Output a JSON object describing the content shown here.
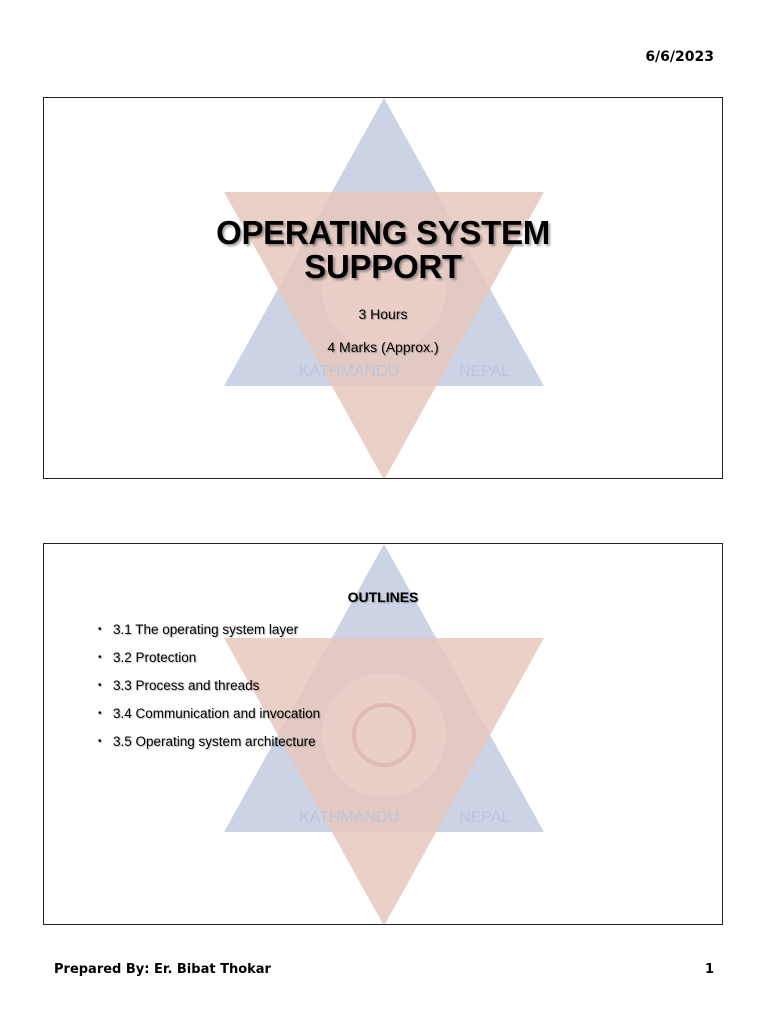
{
  "header": {
    "date": "6/6/2023"
  },
  "slide1": {
    "title_line1": "OPERATING SYSTEM",
    "title_line2": "SUPPORT",
    "hours": "3 Hours",
    "marks": "4 Marks (Approx.)"
  },
  "slide2": {
    "heading": "OUTLINES",
    "items": [
      "3.1 The operating system layer",
      "3.2 Protection",
      "3.3 Process and threads",
      "3.4 Communication and invocation",
      "3.5 Operating system architecture"
    ]
  },
  "watermark": {
    "left_text": "KATHMANDU",
    "right_text": "NEPAL",
    "colors": {
      "blue": "#8e9fc6",
      "red": "#c9856f"
    }
  },
  "footer": {
    "prepared_by": "Prepared By: Er. Bibat Thokar",
    "page_number": "1"
  }
}
